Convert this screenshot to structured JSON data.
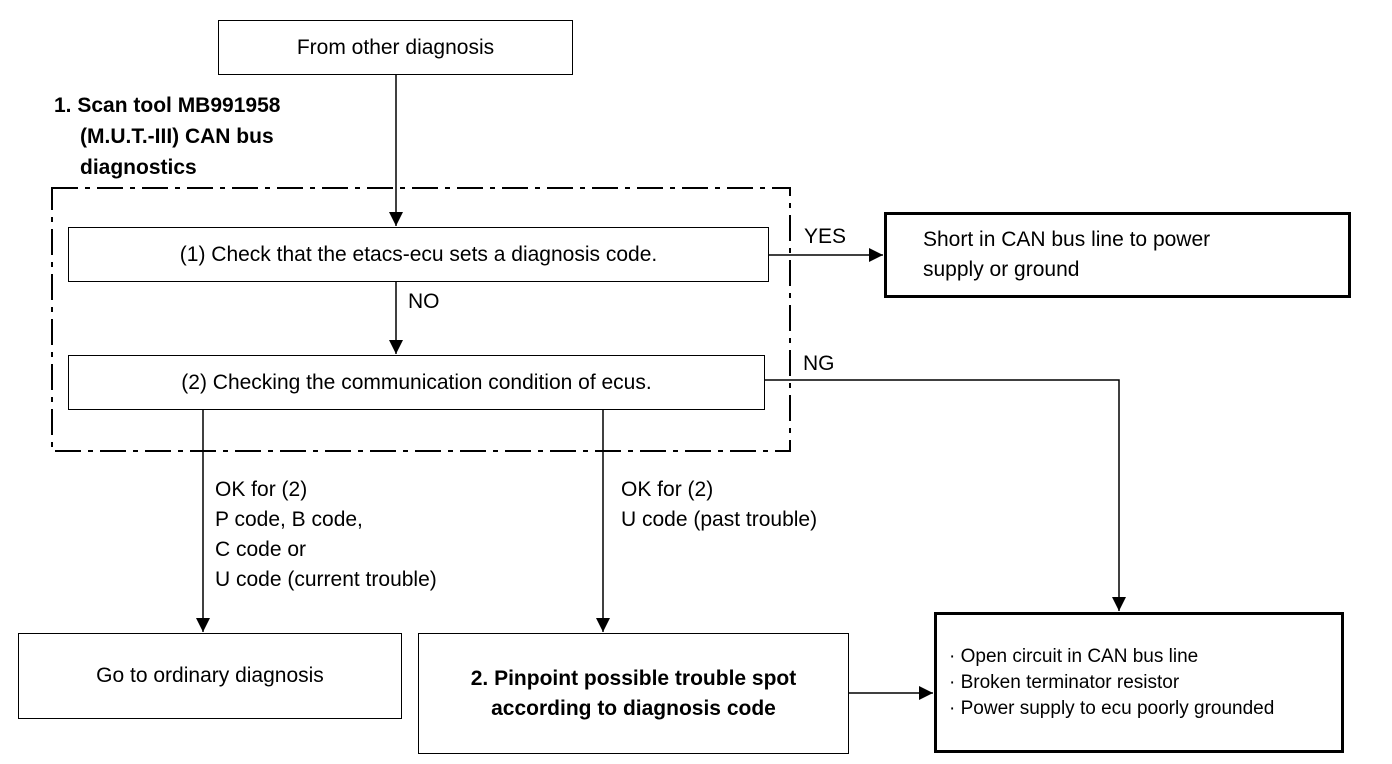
{
  "start": {
    "label": "From other diagnosis"
  },
  "section1": {
    "title_lines": [
      "1. Scan tool MB991958",
      "(M.U.T.-III) CAN bus",
      "diagnostics"
    ]
  },
  "step1": {
    "label": "(1) Check that the etacs-ecu sets a diagnosis code."
  },
  "step2": {
    "label": "(2) Checking the communication condition of ecus."
  },
  "branches": {
    "yes": "YES",
    "no": "NO",
    "ng": "NG",
    "ok_left_lines": [
      "OK for (2)",
      "P code, B code,",
      "C code or",
      "U code (current trouble)"
    ],
    "ok_mid_lines": [
      "OK for (2)",
      "U code (past trouble)"
    ]
  },
  "result_short": {
    "lines": [
      "Short in CAN bus line to power",
      "supply or ground"
    ]
  },
  "result_ordinary": {
    "label": "Go to ordinary diagnosis"
  },
  "pinpoint": {
    "lines": [
      "2. Pinpoint possible trouble spot",
      "according to diagnosis code"
    ]
  },
  "causes": {
    "items": [
      "Open circuit in CAN bus line",
      "Broken terminator resistor",
      "Power supply to ecu poorly grounded"
    ]
  }
}
